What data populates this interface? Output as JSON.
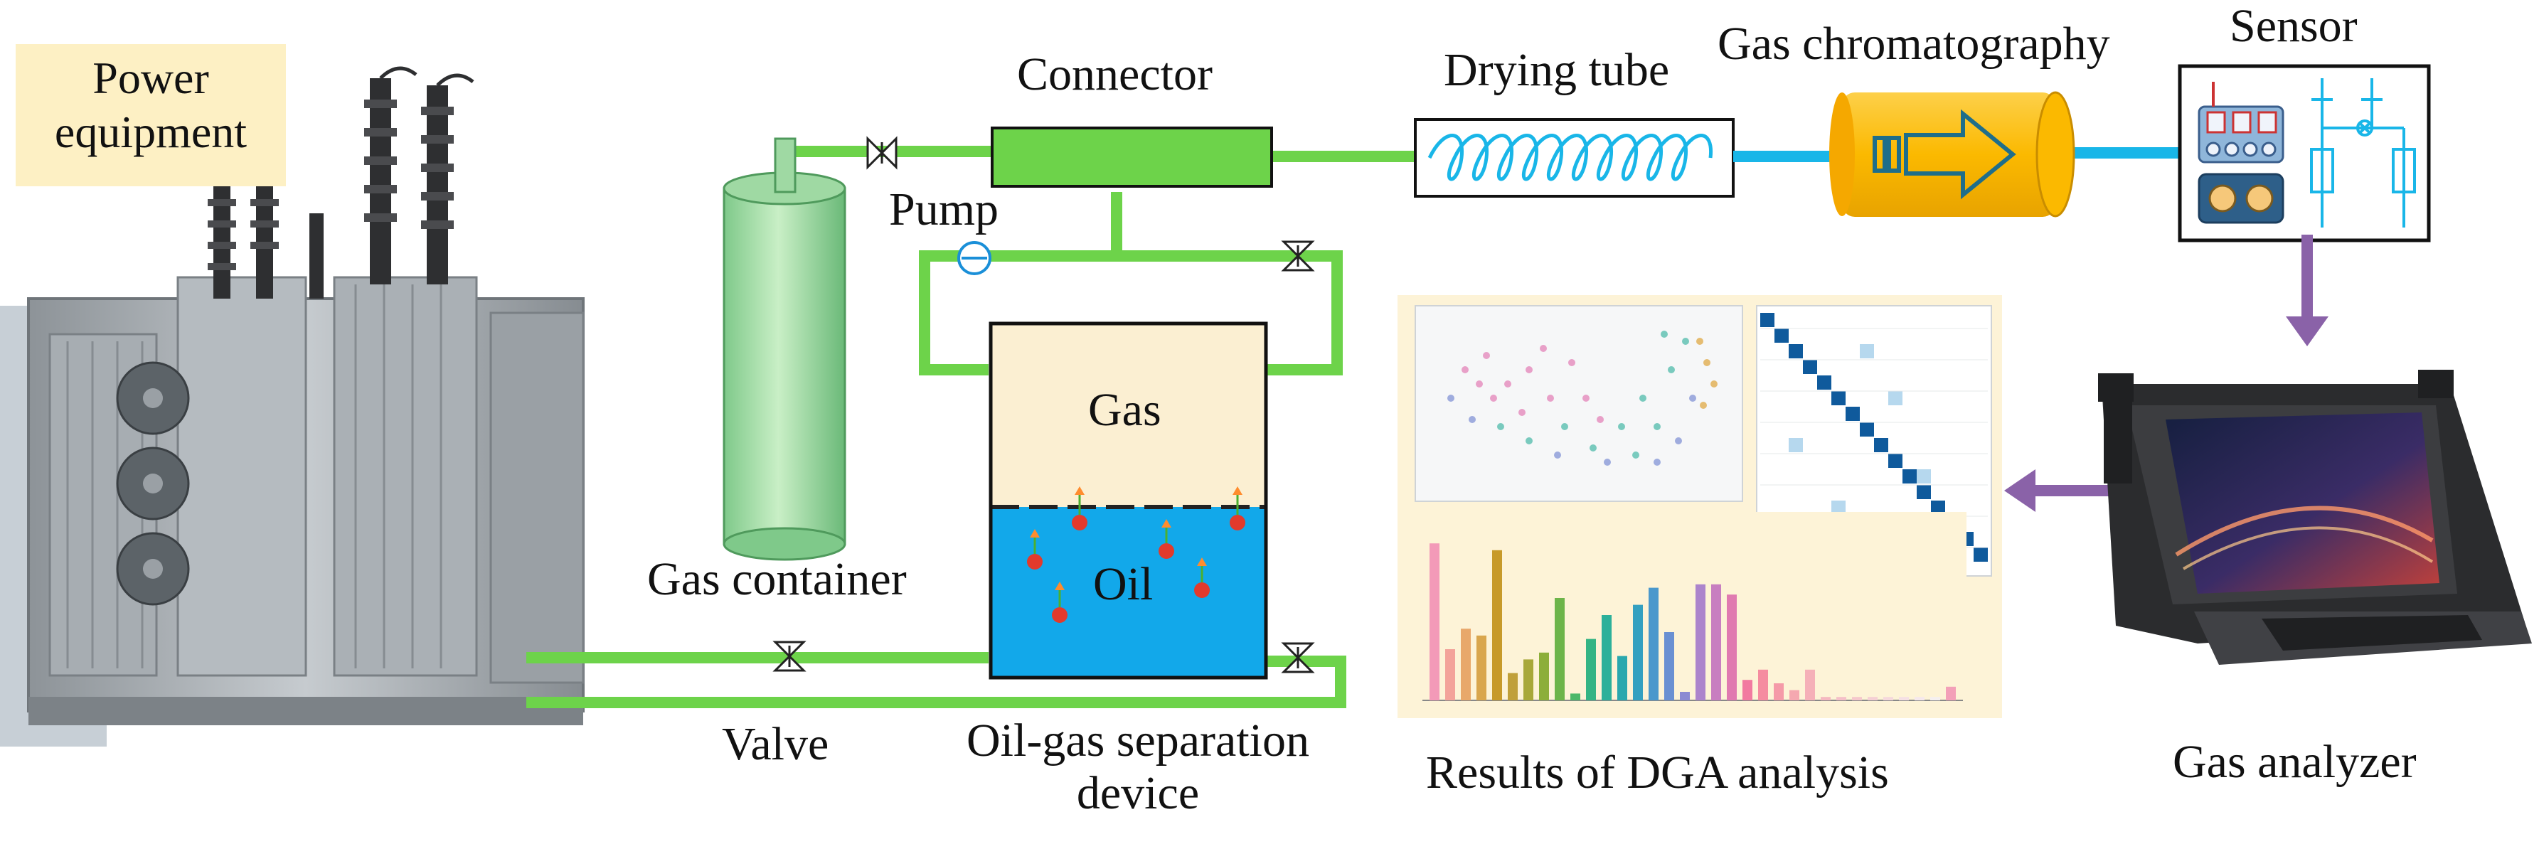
{
  "labels": {
    "power_equipment": "Power equipment",
    "connector": "Connector",
    "drying_tube": "Drying tube",
    "gas_chromatography": "Gas chromatography",
    "sensor": "Sensor",
    "pump": "Pump",
    "gas": "Gas",
    "oil": "Oil",
    "gas_container": "Gas container",
    "valve": "Valve",
    "separation_device": "Oil-gas separation device",
    "dga_results": "Results of DGA analysis",
    "gas_analyzer": "Gas analyzer"
  },
  "colors": {
    "pipe_green": "#6dd34a",
    "connector_green": "#6dd34a",
    "gas_fill": "#fbefd2",
    "oil_fill": "#12a8ea",
    "cyan_line": "#19b6e8",
    "chromatograph_orange": "#fbb900",
    "flow_arrow_purple": "#8a62a8",
    "label_bg": "#fdf0c4",
    "bubble_red": "#e23a2c"
  },
  "icons": [
    "transformer-photo",
    "valve-icon",
    "pump-icon",
    "coil-icon",
    "arrow-right-icon",
    "sensor-board-icon",
    "circuit-icon",
    "laptop-icon"
  ]
}
